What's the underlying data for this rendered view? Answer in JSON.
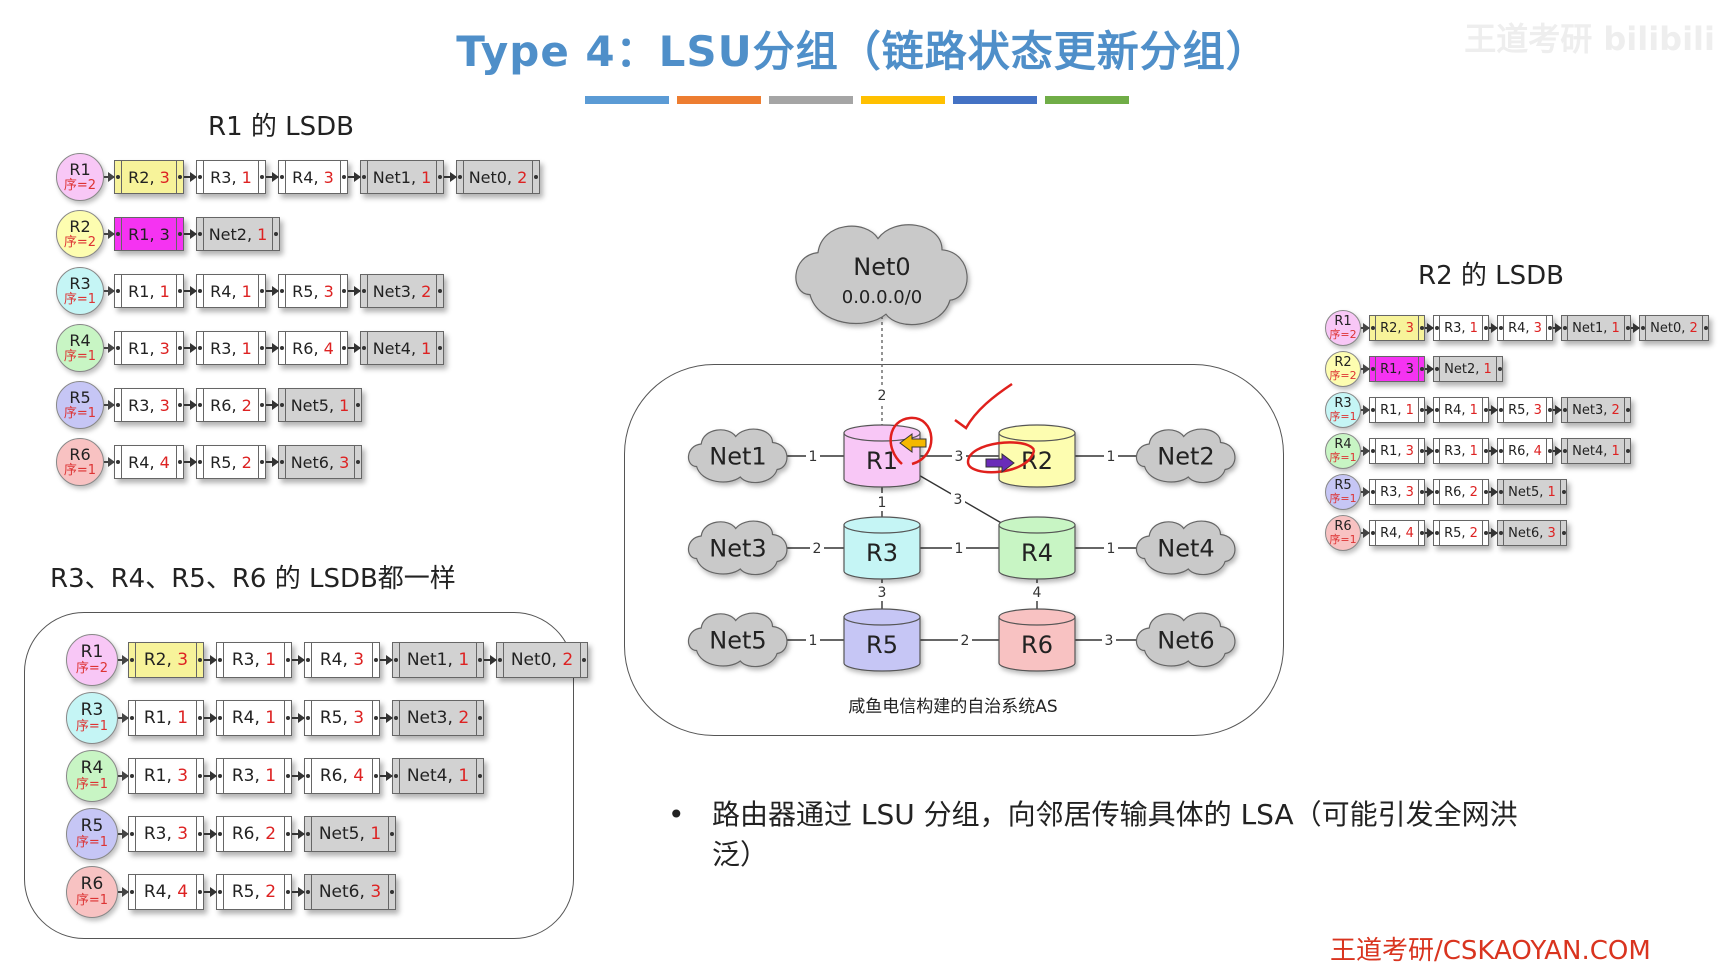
{
  "title": "Type 4：LSU分组（链路状态更新分组）",
  "watermark": "王道考研 bilibili",
  "color_bars": [
    "#5b9bd5",
    "#ed7d31",
    "#a5a5a5",
    "#ffc000",
    "#4472c4",
    "#70ad47"
  ],
  "colors": {
    "R1": "#f8c7f6",
    "R2": "#fdfdb0",
    "R3": "#c5f5f5",
    "R4": "#c8f5c4",
    "R5": "#c6c6f5",
    "R6": "#f8c2c2",
    "node_yellow": "#f7f39a",
    "node_magenta": "#f533f2",
    "node_white": "#ffffff",
    "node_gray": "#d2d2d2"
  },
  "r1_heading": "R1 的 LSDB",
  "r2_heading": "R2 的 LSDB",
  "others_heading": "R3、R4、R5、R6 的 LSDB都一样",
  "lsdb_full": [
    {
      "router": "R1",
      "seq": "序=2",
      "nodes": [
        {
          "t": "R2, ",
          "n": "3",
          "c": "yellow"
        },
        {
          "t": "R3, ",
          "n": "1",
          "c": "white"
        },
        {
          "t": "R4, ",
          "n": "3",
          "c": "white"
        },
        {
          "t": "Net1, ",
          "n": "1",
          "c": "gray"
        },
        {
          "t": "Net0, ",
          "n": "2",
          "c": "gray"
        }
      ]
    },
    {
      "router": "R2",
      "seq": "序=2",
      "nodes": [
        {
          "t": "R1, 3",
          "n": "",
          "c": "magenta"
        },
        {
          "t": "Net2, ",
          "n": "1",
          "c": "gray"
        }
      ]
    },
    {
      "router": "R3",
      "seq": "序=1",
      "nodes": [
        {
          "t": "R1, ",
          "n": "1",
          "c": "white"
        },
        {
          "t": "R4, ",
          "n": "1",
          "c": "white"
        },
        {
          "t": "R5, ",
          "n": "3",
          "c": "white"
        },
        {
          "t": "Net3, ",
          "n": "2",
          "c": "gray"
        }
      ]
    },
    {
      "router": "R4",
      "seq": "序=1",
      "nodes": [
        {
          "t": "R1, ",
          "n": "3",
          "c": "white"
        },
        {
          "t": "R3, ",
          "n": "1",
          "c": "white"
        },
        {
          "t": "R6, ",
          "n": "4",
          "c": "white"
        },
        {
          "t": "Net4, ",
          "n": "1",
          "c": "gray"
        }
      ]
    },
    {
      "router": "R5",
      "seq": "序=1",
      "nodes": [
        {
          "t": "R3, ",
          "n": "3",
          "c": "white"
        },
        {
          "t": "R6, ",
          "n": "2",
          "c": "white"
        },
        {
          "t": "Net5, ",
          "n": "1",
          "c": "gray"
        }
      ]
    },
    {
      "router": "R6",
      "seq": "序=1",
      "nodes": [
        {
          "t": "R4, ",
          "n": "4",
          "c": "white"
        },
        {
          "t": "R5, ",
          "n": "2",
          "c": "white"
        },
        {
          "t": "Net6, ",
          "n": "3",
          "c": "gray"
        }
      ]
    }
  ],
  "lsdb_others": [
    {
      "router": "R1",
      "seq": "序=2",
      "nodes": [
        {
          "t": "R2, ",
          "n": "3",
          "c": "yellow"
        },
        {
          "t": "R3, ",
          "n": "1",
          "c": "white"
        },
        {
          "t": "R4, ",
          "n": "3",
          "c": "white"
        },
        {
          "t": "Net1, ",
          "n": "1",
          "c": "gray"
        },
        {
          "t": "Net0, ",
          "n": "2",
          "c": "gray"
        }
      ]
    },
    {
      "router": "R3",
      "seq": "序=1",
      "nodes": [
        {
          "t": "R1, ",
          "n": "1",
          "c": "white"
        },
        {
          "t": "R4, ",
          "n": "1",
          "c": "white"
        },
        {
          "t": "R5, ",
          "n": "3",
          "c": "white"
        },
        {
          "t": "Net3, ",
          "n": "2",
          "c": "gray"
        }
      ]
    },
    {
      "router": "R4",
      "seq": "序=1",
      "nodes": [
        {
          "t": "R1, ",
          "n": "3",
          "c": "white"
        },
        {
          "t": "R3, ",
          "n": "1",
          "c": "white"
        },
        {
          "t": "R6, ",
          "n": "4",
          "c": "white"
        },
        {
          "t": "Net4, ",
          "n": "1",
          "c": "gray"
        }
      ]
    },
    {
      "router": "R5",
      "seq": "序=1",
      "nodes": [
        {
          "t": "R3, ",
          "n": "3",
          "c": "white"
        },
        {
          "t": "R6, ",
          "n": "2",
          "c": "white"
        },
        {
          "t": "Net5, ",
          "n": "1",
          "c": "gray"
        }
      ]
    },
    {
      "router": "R6",
      "seq": "序=1",
      "nodes": [
        {
          "t": "R4, ",
          "n": "4",
          "c": "white"
        },
        {
          "t": "R5, ",
          "n": "2",
          "c": "white"
        },
        {
          "t": "Net6, ",
          "n": "3",
          "c": "gray"
        }
      ]
    }
  ],
  "topology": {
    "net0_name": "Net0",
    "net0_addr": "0.0.0.0/0",
    "as_caption": "咸鱼电信构建的自治系统AS",
    "routers": [
      "R1",
      "R2",
      "R3",
      "R4",
      "R5",
      "R6"
    ],
    "nets": [
      "Net1",
      "Net2",
      "Net3",
      "Net4",
      "Net5",
      "Net6"
    ],
    "link_costs": {
      "net0_r1": "2",
      "net1_r1": "1",
      "r1_r2": "3",
      "r2_net2": "1",
      "r1_r3": "1",
      "r1_r4": "3",
      "net3_r3": "2",
      "r3_r4": "1",
      "r4_net4": "1",
      "r3_r5": "3",
      "r4_r6": "4",
      "net5_r5": "1",
      "r5_r6": "2",
      "r6_net6": "3"
    }
  },
  "bullet_text": "路由器通过 LSU 分组，向邻居传输具体的 LSA（可能引发全网洪泛）",
  "footer": "王道考研/CSKAOYAN.COM"
}
